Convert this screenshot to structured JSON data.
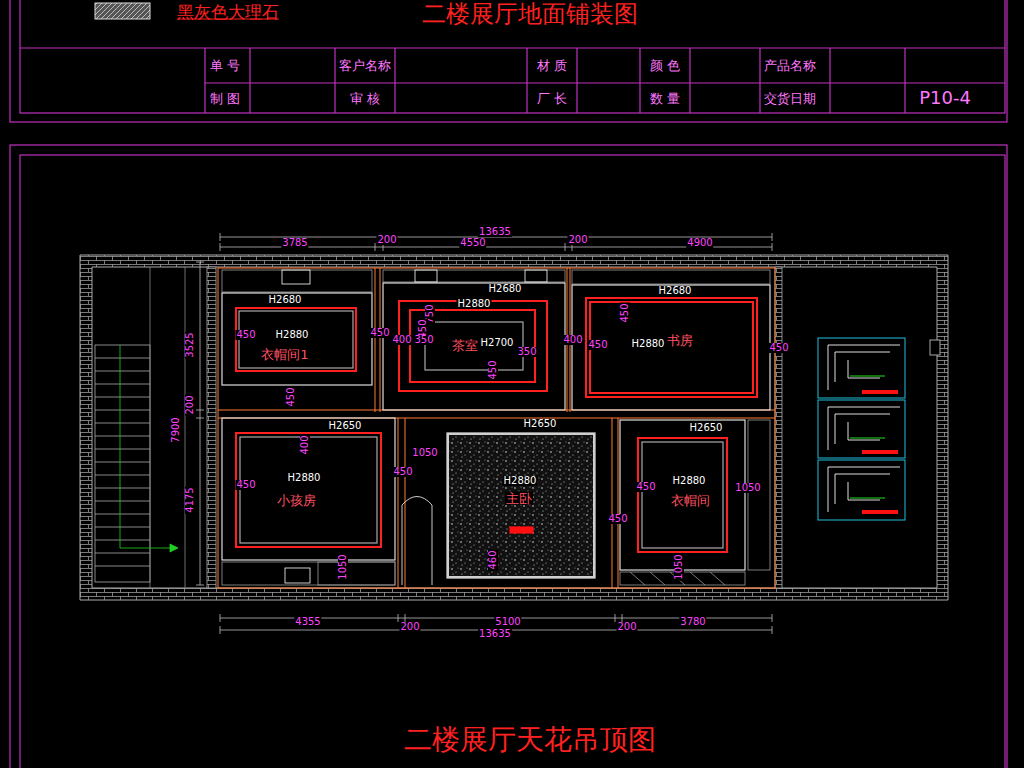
{
  "diagram": {
    "title": "二楼展厅天花吊顶图",
    "nodes": [
      {
        "text": [
          "H2880",
          "衣帽间1"
        ]
      },
      {
        "text": [
          "茶室",
          "H2700"
        ]
      },
      {
        "text": [
          "H2880",
          "书房"
        ]
      },
      {
        "text": [
          "H2880",
          "小孩房"
        ]
      },
      {
        "text": [
          "H2880",
          "主卧"
        ]
      },
      {
        "text": [
          "H2880",
          "衣帽间"
        ]
      }
    ],
    "labels": [
      "二楼展厅地面铺装图",
      "单 号",
      "客户名称",
      "材 质",
      "颜 色",
      "产品名称",
      "制 图",
      "审 核",
      "厂 长",
      "数 量",
      "交货日期",
      "P10-4",
      "13635",
      "3785",
      "200",
      "4550",
      "200",
      "4900",
      "4355",
      "200",
      "5100",
      "200",
      "3780",
      "13635",
      "3525",
      "200",
      "7900",
      "4175",
      "H2680",
      "450",
      "450",
      "450",
      "H2680",
      "H2880",
      "750",
      "450",
      "400",
      "350",
      "350",
      "450",
      "400",
      "H2680",
      "450",
      "450",
      "450",
      "H2650",
      "400",
      "450",
      "450",
      "1050",
      "H2650",
      "1050",
      "460",
      "H2650",
      "450",
      "1050",
      "450",
      "1050"
    ],
    "legend": [
      {
        "text": "黑灰色大理石"
      }
    ]
  }
}
